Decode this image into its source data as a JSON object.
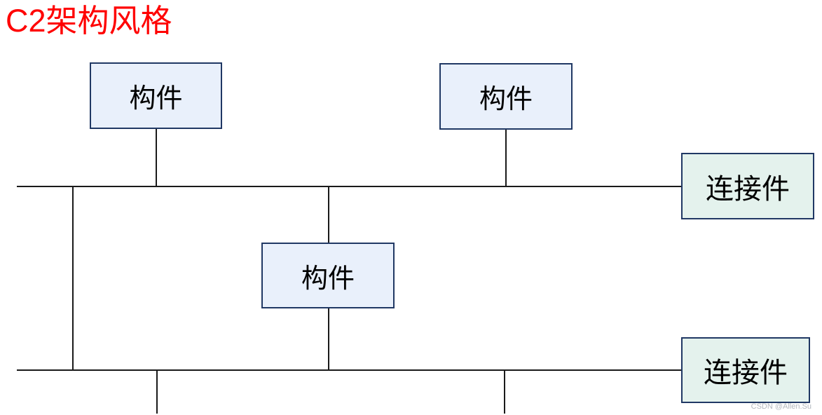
{
  "title": {
    "text": "C2架构风格",
    "color": "#ff0000"
  },
  "diagram": {
    "components": [
      {
        "label": "构件"
      },
      {
        "label": "构件"
      },
      {
        "label": "构件"
      }
    ],
    "connectors": [
      {
        "label": "连接件"
      },
      {
        "label": "连接件"
      }
    ],
    "colors": {
      "component_fill": "#e9f0fb",
      "connector_fill": "#e4f2ed",
      "box_border": "#203864",
      "line": "#1a1a1a"
    }
  },
  "watermark": {
    "text": "CSDN @Allen.Su",
    "color": "#b4b8bf"
  }
}
